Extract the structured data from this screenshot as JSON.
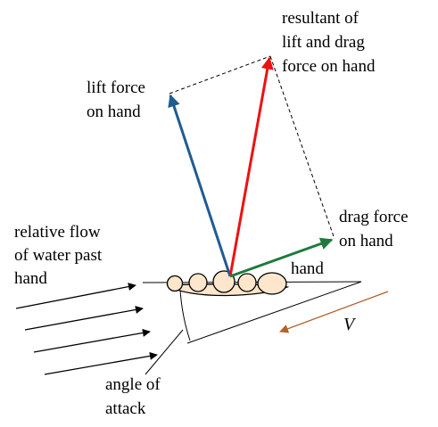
{
  "labels": {
    "resultant": [
      "resultant of",
      "lift and drag",
      "force on hand"
    ],
    "lift": [
      "lift force",
      "on hand"
    ],
    "drag": [
      "drag force",
      "on hand"
    ],
    "flow": [
      "relative flow",
      "of water past",
      "hand"
    ],
    "hand": "hand",
    "angle": [
      "angle of",
      "attack"
    ],
    "velocity": "V"
  },
  "colors": {
    "lift_vector": "#1f5c8f",
    "resultant_vector": "#ee1111",
    "drag_vector": "#1e7a3c",
    "velocity_arrow": "#b3622a",
    "finger_fill": "#fde6cc",
    "outline": "#000000"
  }
}
